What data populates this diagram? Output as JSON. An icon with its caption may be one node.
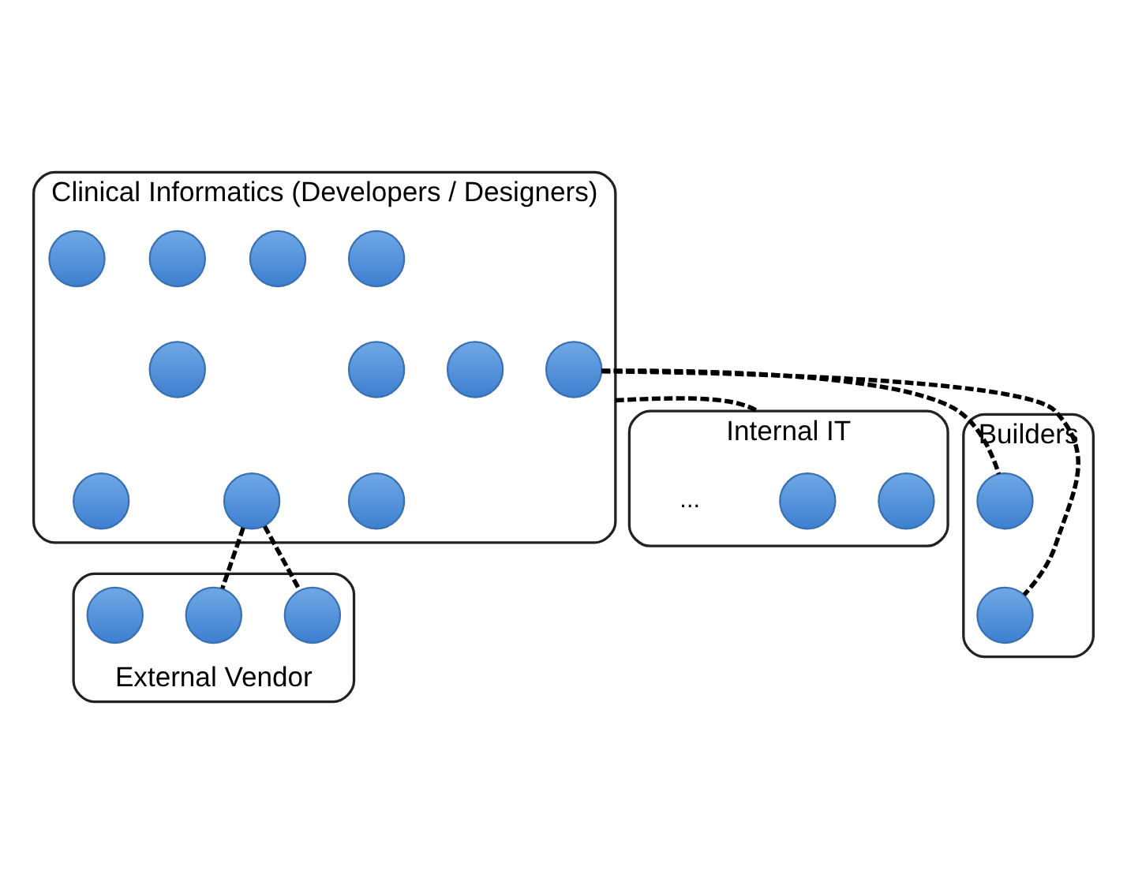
{
  "diagram": {
    "nodes": [
      {
        "text": [
          "Clinical Informatics (Developers / Designers)"
        ]
      },
      {
        "text": [],
        "shape": "circle",
        "in": 0
      },
      {
        "text": [],
        "shape": "circle",
        "in": 0
      },
      {
        "text": [],
        "shape": "circle",
        "in": 0
      },
      {
        "text": [],
        "shape": "circle",
        "in": 0
      },
      {
        "text": [],
        "shape": "circle",
        "in": 0
      },
      {
        "text": [],
        "shape": "circle",
        "in": 0
      },
      {
        "text": [],
        "shape": "circle",
        "in": 0
      },
      {
        "text": [],
        "shape": "circle",
        "in": 0
      },
      {
        "text": [],
        "shape": "circle",
        "in": 0
      },
      {
        "text": [],
        "shape": "circle",
        "in": 0
      },
      {
        "text": [],
        "shape": "circle",
        "in": 0
      },
      {
        "text": [
          "Builders"
        ]
      },
      {
        "text": [],
        "shape": "circle",
        "in": 12
      },
      {
        "text": [],
        "shape": "circle",
        "in": 12
      },
      {
        "text": [
          "External Vendor"
        ]
      },
      {
        "text": [],
        "shape": "circle",
        "in": 15
      },
      {
        "text": [],
        "shape": "circle",
        "in": 15
      },
      {
        "text": [],
        "shape": "circle",
        "in": 15
      },
      {
        "text": [
          "Internal IT"
        ]
      },
      {
        "text": [],
        "shape": "circle",
        "in": 19
      },
      {
        "text": [],
        "shape": "circle",
        "in": 19
      }
    ],
    "edges": [
      {
        "from": 7,
        "to": 13,
        "arrow": "none",
        "style": "dashed"
      },
      {
        "from": 7,
        "to": 14,
        "arrow": "none",
        "style": "dashed"
      },
      {
        "from": 10,
        "to": 17,
        "arrow": "none",
        "style": "dashed"
      },
      {
        "from": 10,
        "to": 18,
        "arrow": "none",
        "style": "dashed"
      },
      {
        "from": 0,
        "to": 19,
        "arrow": "none",
        "style": "dashed"
      }
    ],
    "labels": [
      "..."
    ]
  }
}
